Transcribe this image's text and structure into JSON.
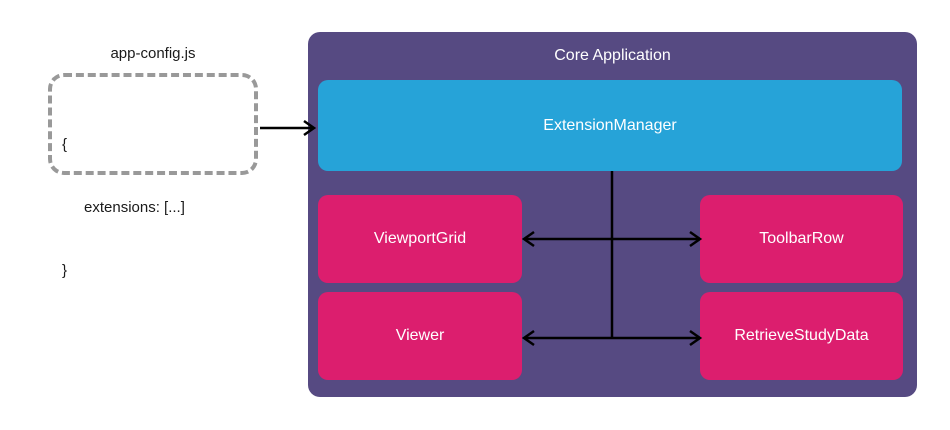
{
  "config_file": {
    "title": "app-config.js",
    "code_lines": [
      "{",
      "extensions: [...]",
      "}"
    ]
  },
  "core": {
    "title": "Core Application",
    "extension_manager_label": "ExtensionManager",
    "modules": [
      {
        "label": "ViewportGrid"
      },
      {
        "label": "ToolbarRow"
      },
      {
        "label": "Viewer"
      },
      {
        "label": "RetrieveStudyData"
      }
    ]
  },
  "colors": {
    "core_bg": "#564a82",
    "extension_manager_bg": "#26a3d8",
    "module_bg": "#dc1e6e",
    "dashed_border": "#999999",
    "arrow": "#000000",
    "label_text": "#ffffff",
    "code_text": "#1a1a1a"
  }
}
